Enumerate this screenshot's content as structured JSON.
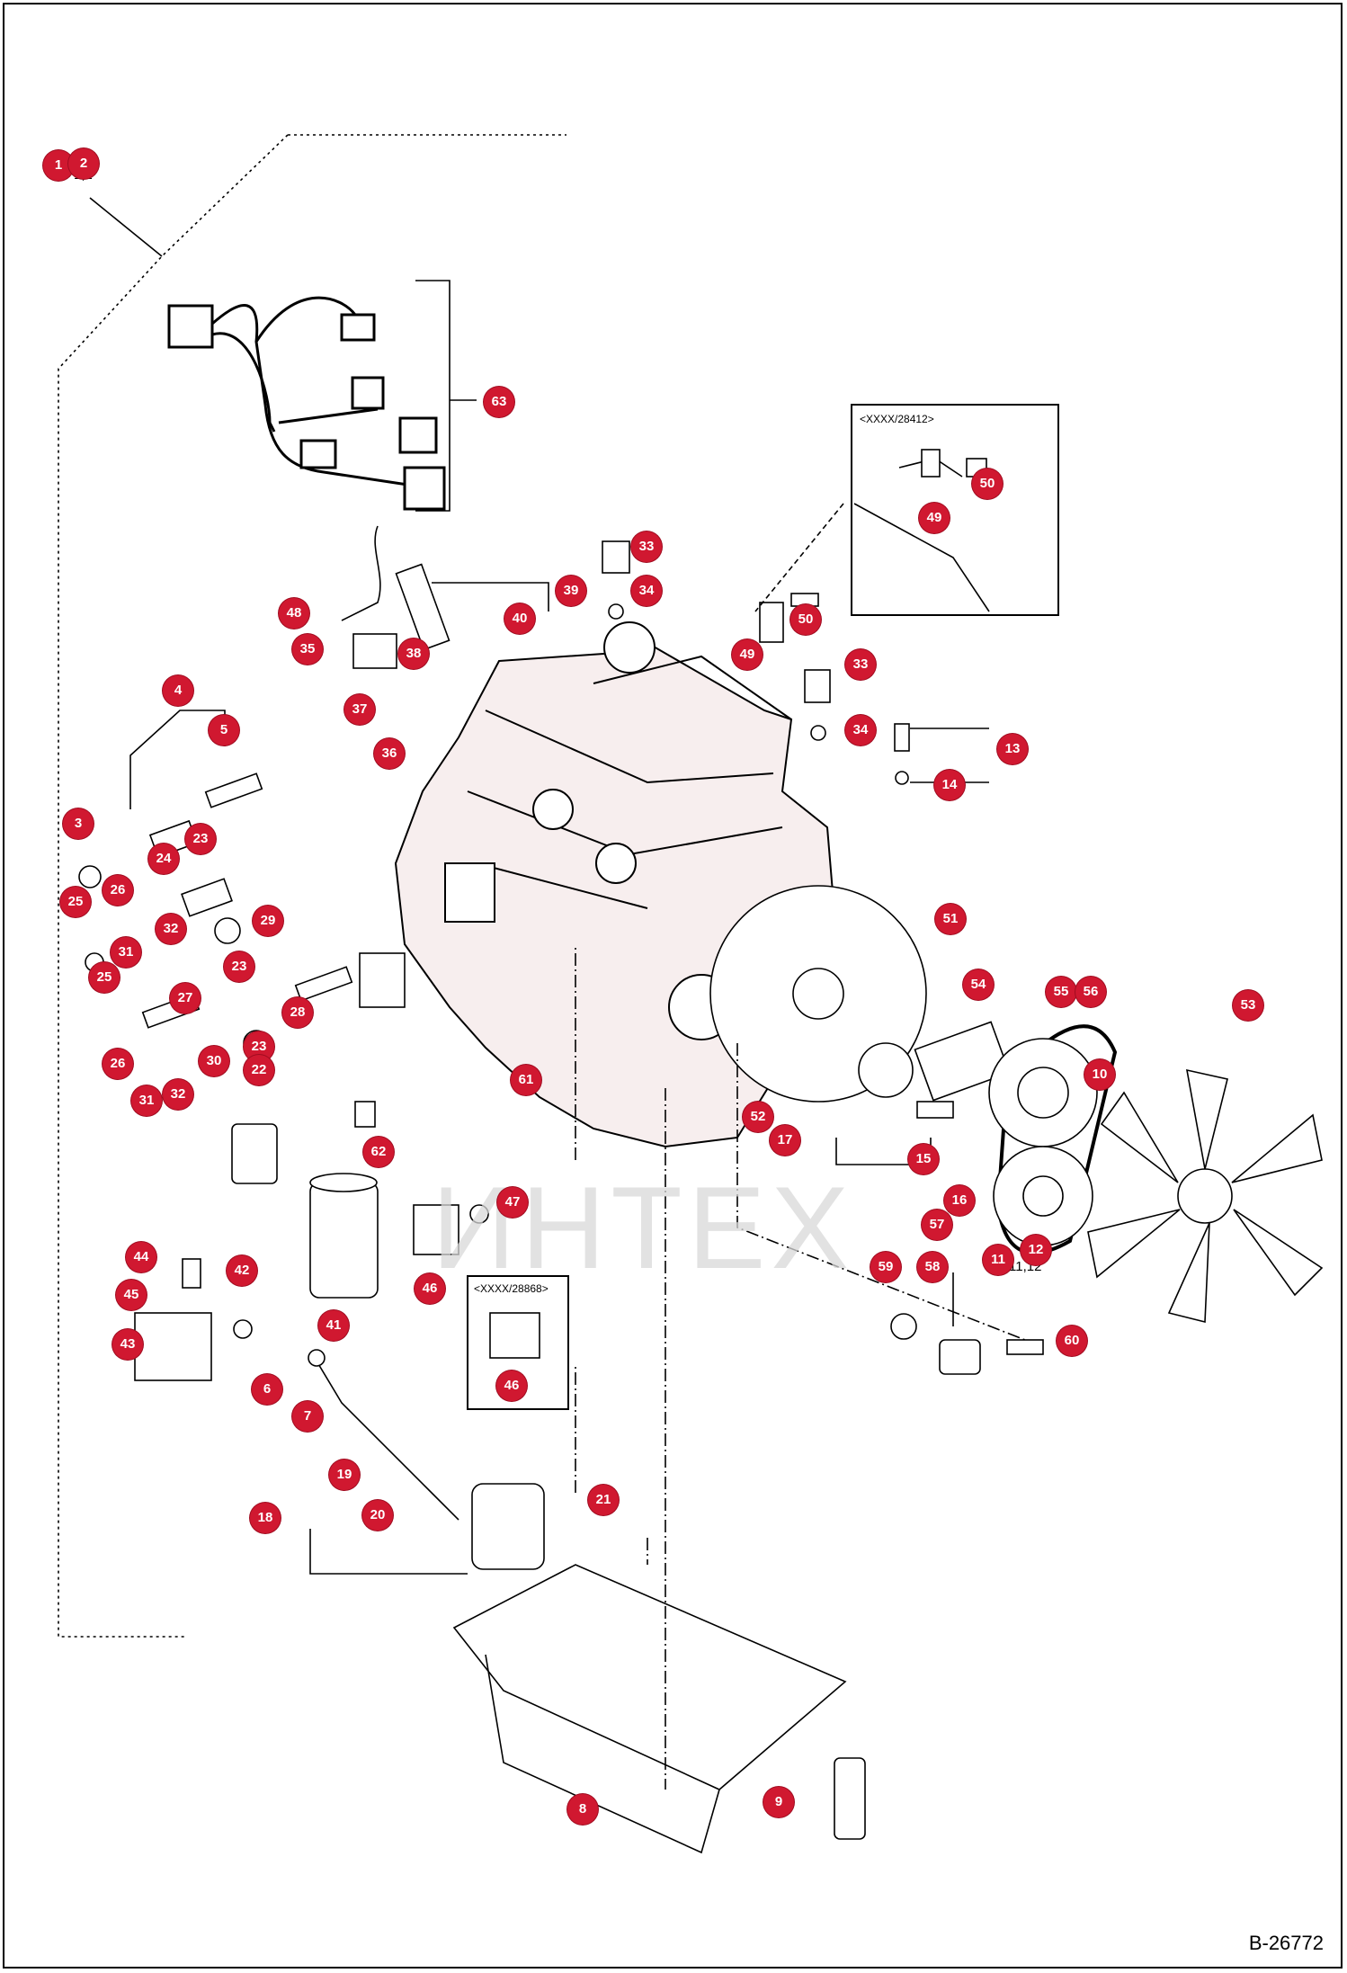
{
  "drawing_code": "B-26772",
  "watermark": "ИНТЕХ",
  "serial_boxes": [
    {
      "text": "<XXXX/28412>"
    },
    {
      "text": "<XXXX/28868>"
    }
  ],
  "plain_labels": {
    "label_1_2": "1,2",
    "label_11_12": "11,12"
  },
  "colors": {
    "callout": "#d01830",
    "line": "#000000"
  },
  "callouts": [
    {
      "id": "c1",
      "n": "1"
    },
    {
      "id": "c2",
      "n": "2"
    },
    {
      "id": "c63",
      "n": "63"
    },
    {
      "id": "c33a",
      "n": "33"
    },
    {
      "id": "c34a",
      "n": "34"
    },
    {
      "id": "c39",
      "n": "39"
    },
    {
      "id": "c40",
      "n": "40"
    },
    {
      "id": "c48",
      "n": "48"
    },
    {
      "id": "c35",
      "n": "35"
    },
    {
      "id": "c38",
      "n": "38"
    },
    {
      "id": "c37",
      "n": "37"
    },
    {
      "id": "c36",
      "n": "36"
    },
    {
      "id": "c49a",
      "n": "49"
    },
    {
      "id": "c50a",
      "n": "50"
    },
    {
      "id": "c49b",
      "n": "49"
    },
    {
      "id": "c50b",
      "n": "50"
    },
    {
      "id": "c33b",
      "n": "33"
    },
    {
      "id": "c34b",
      "n": "34"
    },
    {
      "id": "c13",
      "n": "13"
    },
    {
      "id": "c14",
      "n": "14"
    },
    {
      "id": "c4",
      "n": "4"
    },
    {
      "id": "c5",
      "n": "5"
    },
    {
      "id": "c3",
      "n": "3"
    },
    {
      "id": "c23a",
      "n": "23"
    },
    {
      "id": "c24",
      "n": "24"
    },
    {
      "id": "c25a",
      "n": "25"
    },
    {
      "id": "c26a",
      "n": "26"
    },
    {
      "id": "c29",
      "n": "29"
    },
    {
      "id": "c32a",
      "n": "32"
    },
    {
      "id": "c31a",
      "n": "31"
    },
    {
      "id": "c25b",
      "n": "25"
    },
    {
      "id": "c23b",
      "n": "23"
    },
    {
      "id": "c27",
      "n": "27"
    },
    {
      "id": "c28",
      "n": "28"
    },
    {
      "id": "c30",
      "n": "30"
    },
    {
      "id": "c23c",
      "n": "23"
    },
    {
      "id": "c26b",
      "n": "26"
    },
    {
      "id": "c22",
      "n": "22"
    },
    {
      "id": "c32b",
      "n": "32"
    },
    {
      "id": "c31b",
      "n": "31"
    },
    {
      "id": "c51",
      "n": "51"
    },
    {
      "id": "c54",
      "n": "54"
    },
    {
      "id": "c55",
      "n": "55"
    },
    {
      "id": "c56",
      "n": "56"
    },
    {
      "id": "c53",
      "n": "53"
    },
    {
      "id": "c10",
      "n": "10"
    },
    {
      "id": "c61",
      "n": "61"
    },
    {
      "id": "c52",
      "n": "52"
    },
    {
      "id": "c17",
      "n": "17"
    },
    {
      "id": "c15",
      "n": "15"
    },
    {
      "id": "c62",
      "n": "62"
    },
    {
      "id": "c16",
      "n": "16"
    },
    {
      "id": "c47",
      "n": "47"
    },
    {
      "id": "c57",
      "n": "57"
    },
    {
      "id": "c11",
      "n": "11"
    },
    {
      "id": "c12",
      "n": "12"
    },
    {
      "id": "c44",
      "n": "44"
    },
    {
      "id": "c42",
      "n": "42"
    },
    {
      "id": "c45",
      "n": "45"
    },
    {
      "id": "c46a",
      "n": "46"
    },
    {
      "id": "c59",
      "n": "59"
    },
    {
      "id": "c58",
      "n": "58"
    },
    {
      "id": "c41",
      "n": "41"
    },
    {
      "id": "c43",
      "n": "43"
    },
    {
      "id": "c60",
      "n": "60"
    },
    {
      "id": "c46b",
      "n": "46"
    },
    {
      "id": "c6",
      "n": "6"
    },
    {
      "id": "c7",
      "n": "7"
    },
    {
      "id": "c19",
      "n": "19"
    },
    {
      "id": "c18",
      "n": "18"
    },
    {
      "id": "c20",
      "n": "20"
    },
    {
      "id": "c21",
      "n": "21"
    },
    {
      "id": "c8",
      "n": "8"
    },
    {
      "id": "c9",
      "n": "9"
    }
  ]
}
